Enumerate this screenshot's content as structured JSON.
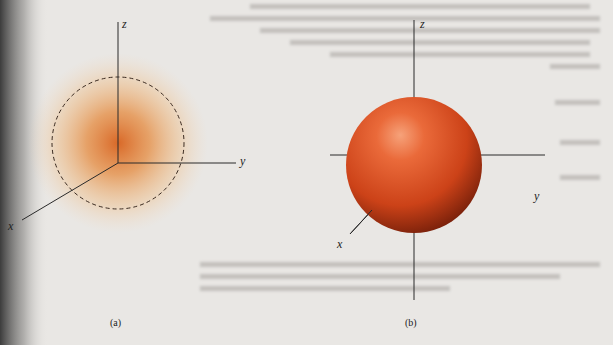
{
  "diagram": {
    "labels": [
      "z",
      "y",
      "x",
      "(a)",
      "z",
      "y",
      "x",
      "(b)"
    ]
  }
}
